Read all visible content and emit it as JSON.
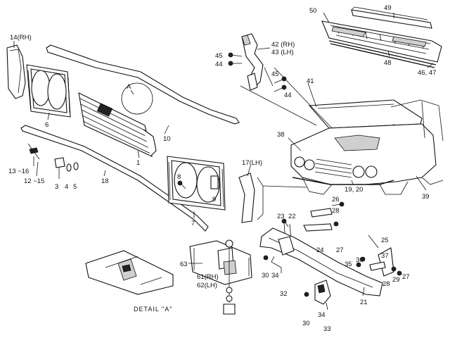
{
  "labels": {
    "p14": "14(RH)",
    "p6": "6",
    "pA": "A",
    "p10": "10",
    "p1": "1",
    "p13": "13 ~16",
    "p12": "12 ~15",
    "p3": "3",
    "p4": "4",
    "p5": "5",
    "p18": "18",
    "p8": "8",
    "p9": "9",
    "p7": "7",
    "p17": "17(LH)",
    "p50": "50",
    "p49": "49",
    "p48": "48",
    "p4647": "46, 47",
    "p42": "42 (RH)",
    "p43": "43 (LH)",
    "p45a": "45",
    "p44a": "44",
    "p45b": "45",
    "p44b": "44",
    "p41": "41",
    "p38": "38",
    "p39": "39",
    "p1920": "19, 20",
    "p26": "26",
    "p28a": "28",
    "p23": "23",
    "p22": "22",
    "p24": "24",
    "p27a": "27",
    "p25": "25",
    "p37": "37",
    "p36": "36",
    "p35": "35",
    "p28b": "28",
    "p29": "29",
    "p27b": "27",
    "p30a": "30",
    "p34a": "34",
    "p32": "32",
    "p21": "21",
    "p63": "63",
    "p61": "61(RH)",
    "p62": "62(LH)",
    "p34b": "34",
    "p30b": "30",
    "p33": "33",
    "detail": "DETAIL \"A\""
  }
}
